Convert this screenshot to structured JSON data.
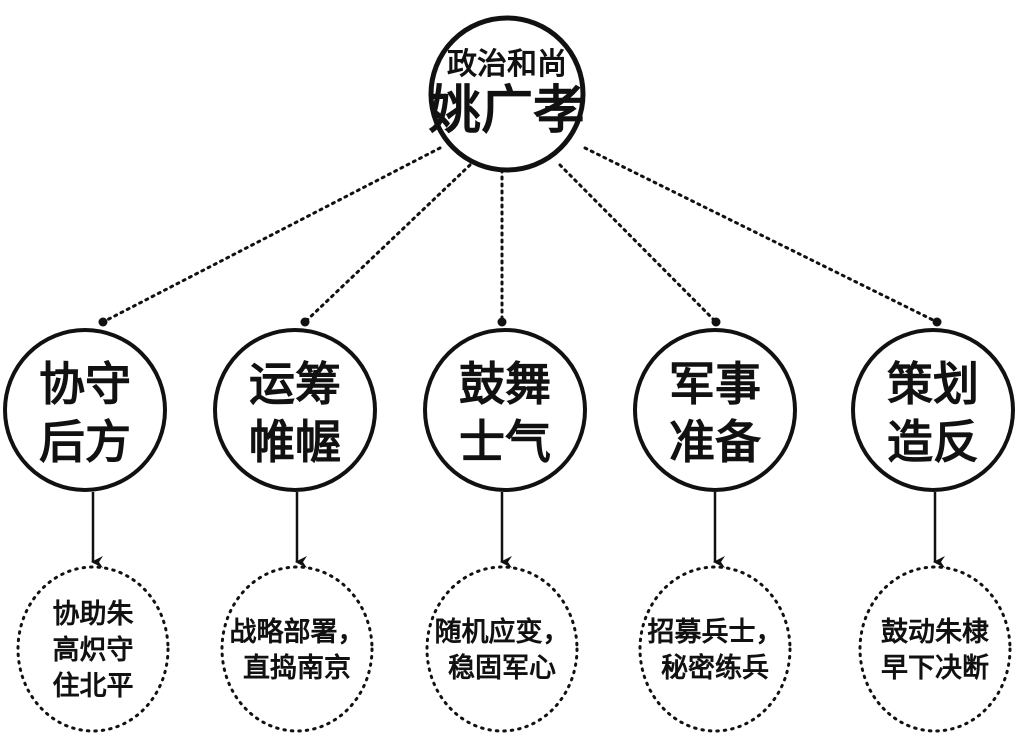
{
  "root": {
    "subtitle": "政治和尚",
    "title": "姚广孝"
  },
  "roles": [
    {
      "line1": "协守",
      "line2": "后方",
      "detail": [
        "协助朱",
        "高炽守",
        "住北平"
      ]
    },
    {
      "line1": "运筹",
      "line2": "帷幄",
      "detail": [
        "战略部署，",
        "直捣南京"
      ]
    },
    {
      "line1": "鼓舞",
      "line2": "士气",
      "detail": [
        "随机应变，",
        "稳固军心"
      ]
    },
    {
      "line1": "军事",
      "line2": "准备",
      "detail": [
        "招募兵士，",
        "秘密练兵"
      ]
    },
    {
      "line1": "策划",
      "line2": "造反",
      "detail": [
        "鼓动朱棣",
        "早下决断"
      ]
    }
  ],
  "colors": {
    "ink": "#111111",
    "background": "#ffffff"
  }
}
